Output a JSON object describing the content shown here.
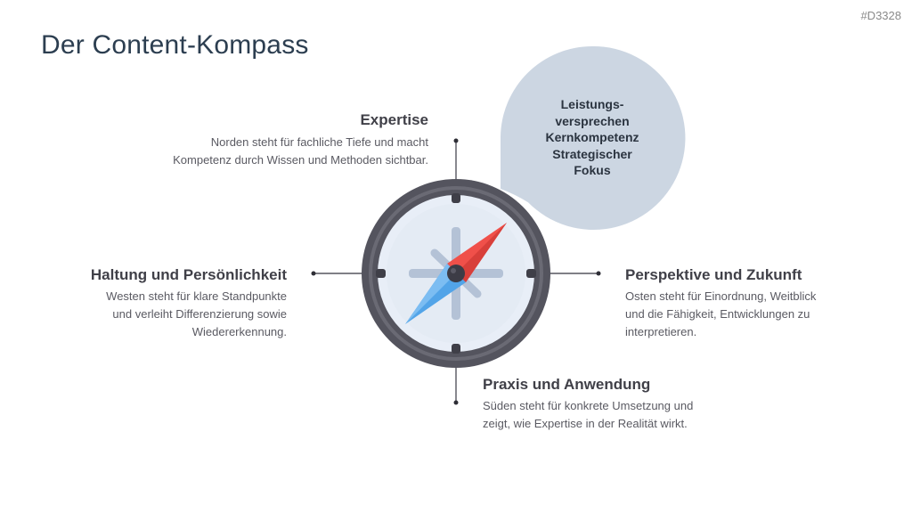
{
  "slide_id": "#D3328",
  "title": "Der Content-Kompass",
  "bubble": {
    "lines": [
      "Leistungs-",
      "versprechen",
      "Kernkompetenz",
      "Strategischer",
      "Fokus"
    ]
  },
  "directions": {
    "north": {
      "heading": "Expertise",
      "lines": [
        "Norden steht für fachliche Tiefe und macht",
        "Kompetenz durch Wissen und Methoden sichtbar."
      ]
    },
    "west": {
      "heading": "Haltung und Persönlichkeit",
      "lines": [
        "Westen steht für klare Standpunkte",
        "und verleiht Differenzierung sowie",
        "Wiedererkennung."
      ]
    },
    "east": {
      "heading": "Perspektive und Zukunft",
      "lines": [
        "Osten steht für Einordnung, Weitblick",
        "und die Fähigkeit, Entwicklungen zu",
        "interpretieren."
      ]
    },
    "south": {
      "heading": "Praxis und Anwendung",
      "lines": [
        "Süden steht für konkrete Umsetzung und",
        "zeigt, wie Expertise in der Realität wirkt."
      ]
    }
  },
  "colors": {
    "title": "#2c3e50",
    "bubble": "#ccd6e2",
    "compass_ring": "#54545e",
    "compass_face": "#e8eef7",
    "needle_red": "#f0504a",
    "needle_blue": "#52a4e8"
  }
}
